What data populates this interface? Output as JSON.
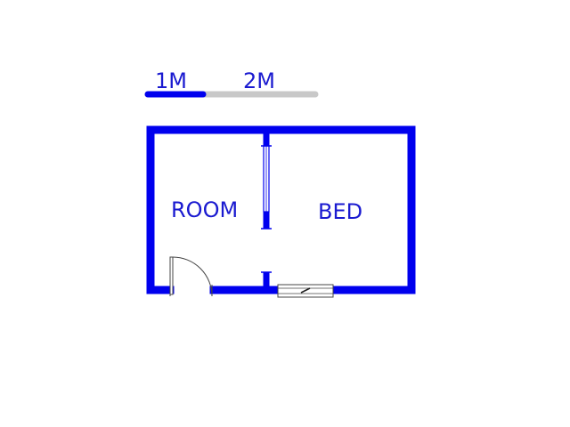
{
  "scale_bar": {
    "label_1": "1M",
    "label_2": "2M"
  },
  "rooms": {
    "room_label": "ROOM",
    "bed_label": "BED"
  },
  "colors": {
    "wall": "#0000ee",
    "label": "#1a1ad0",
    "scale_grey": "#c8c8c8",
    "fixture_outline": "#444444"
  }
}
